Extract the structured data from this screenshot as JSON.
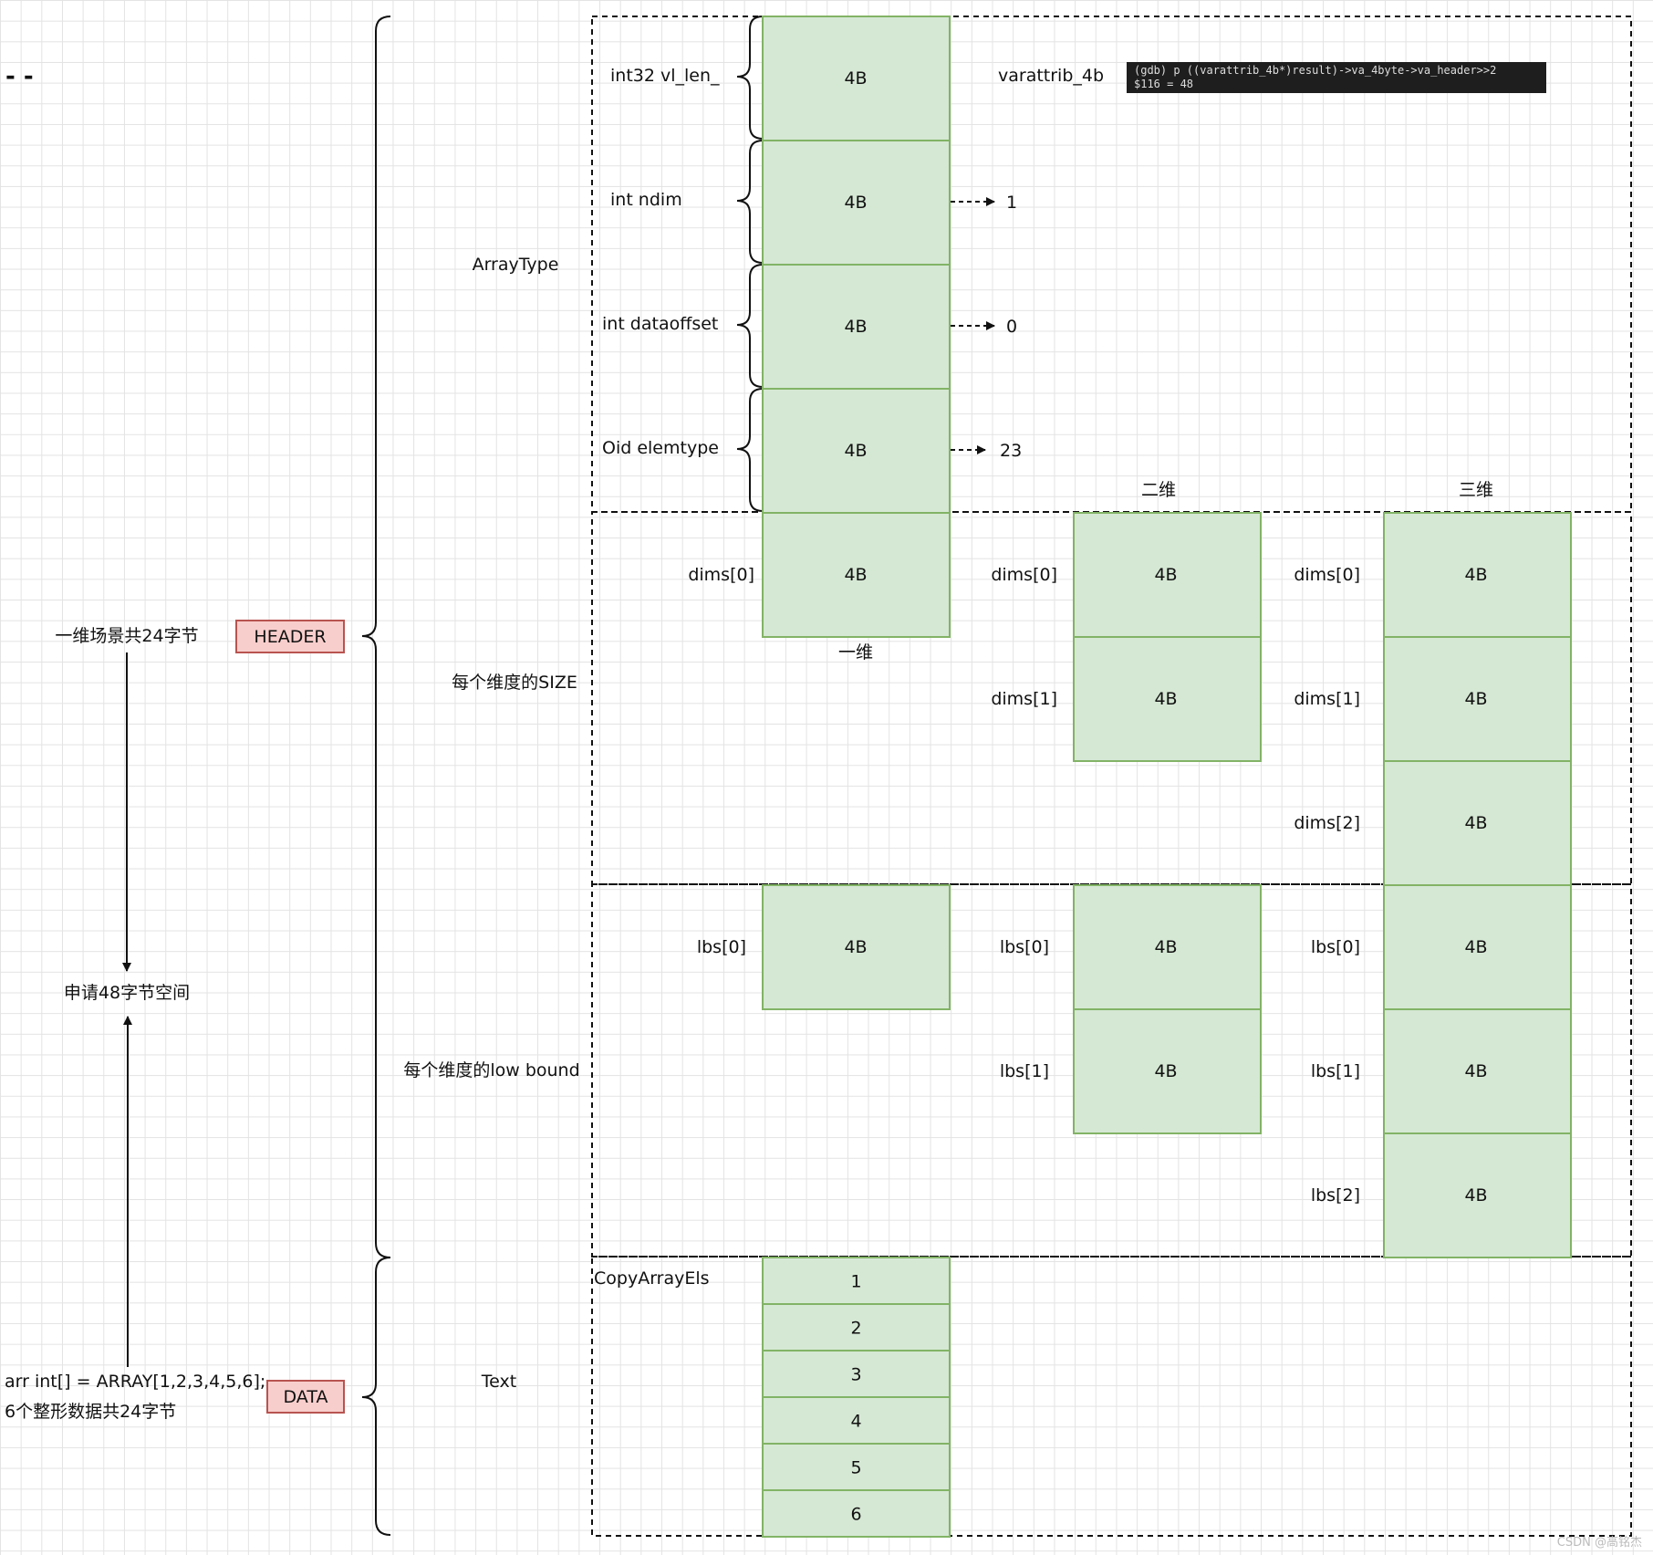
{
  "left": {
    "dash_mark": "- -",
    "header_note": "一维场景共24字节",
    "header_tag": "HEADER",
    "alloc_note": "申请48字节空间",
    "data_line1": "arr int[] = ARRAY[1,2,3,4,5,6];",
    "data_line2": "6个整形数据共24字节",
    "data_tag": "DATA"
  },
  "sections": {
    "array_type": "ArrayType",
    "dims_size": "每个维度的SIZE",
    "low_bound": "每个维度的low bound",
    "text": "Text"
  },
  "header_fields": [
    {
      "label": "int32 vl_len_",
      "cell": "4B",
      "annotation": "varattrib_4b"
    },
    {
      "label": "int ndim",
      "cell": "4B",
      "annotation": "1"
    },
    {
      "label": "int dataoffset",
      "cell": "4B",
      "annotation": "0"
    },
    {
      "label": "Oid elemtype",
      "cell": "4B",
      "annotation": "23"
    }
  ],
  "gdb": {
    "line1": "(gdb) p ((varattrib_4b*)result)->va_4byte->va_header>>2",
    "line2": "$116 = 48"
  },
  "dim_titles": {
    "one": "一维",
    "two": "二维",
    "three": "三维"
  },
  "dims": {
    "one": [
      {
        "label": "dims[0]",
        "cell": "4B"
      }
    ],
    "two": [
      {
        "label": "dims[0]",
        "cell": "4B"
      },
      {
        "label": "dims[1]",
        "cell": "4B"
      }
    ],
    "three": [
      {
        "label": "dims[0]",
        "cell": "4B"
      },
      {
        "label": "dims[1]",
        "cell": "4B"
      },
      {
        "label": "dims[2]",
        "cell": "4B"
      }
    ]
  },
  "lbs": {
    "one": [
      {
        "label": "lbs[0]",
        "cell": "4B"
      }
    ],
    "two": [
      {
        "label": "lbs[0]",
        "cell": "4B"
      },
      {
        "label": "lbs[1]",
        "cell": "4B"
      }
    ],
    "three": [
      {
        "label": "lbs[0]",
        "cell": "4B"
      },
      {
        "label": "lbs[1]",
        "cell": "4B"
      },
      {
        "label": "lbs[2]",
        "cell": "4B"
      }
    ]
  },
  "copy_label": "CopyArrayEls",
  "elements": [
    "1",
    "2",
    "3",
    "4",
    "5",
    "6"
  ],
  "watermark": "CSDN @高铭杰",
  "colors": {
    "cell_fill": "#d5e8d4",
    "cell_stroke": "#82b366",
    "tag_fill": "#f8cecc",
    "tag_stroke": "#b85450"
  }
}
